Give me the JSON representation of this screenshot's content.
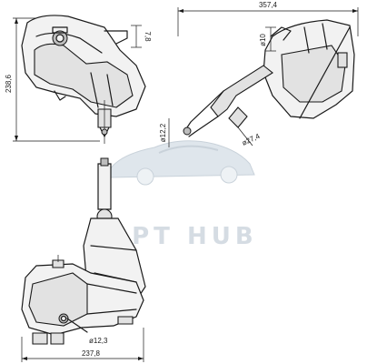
{
  "watermark": {
    "text": "OPT HUB",
    "color": "#d5dce3"
  },
  "dimensions": {
    "top_width": "357,4",
    "side_height": "238,6",
    "bottom_width": "237,8",
    "pipe_inner_small": "ø10",
    "pipe_7": "7,8",
    "pipe_outer_12_2": "ø12,2",
    "port_27_4": "ø27,4",
    "port_12_3": "ø12,3"
  }
}
